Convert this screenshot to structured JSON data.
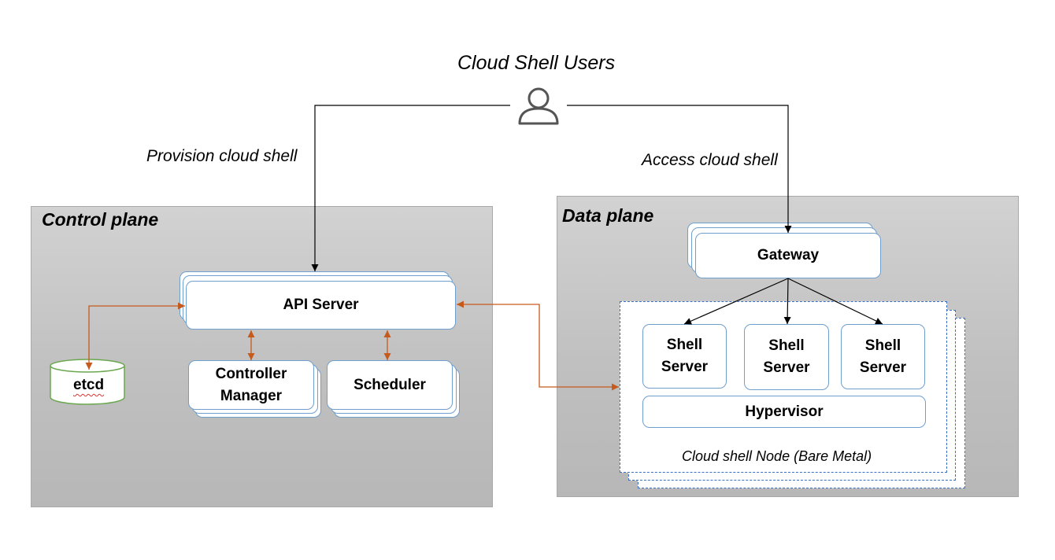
{
  "users": {
    "title": "Cloud Shell Users",
    "icon": "user-icon"
  },
  "edges": {
    "provision": "Provision cloud shell",
    "access": "Access cloud shell"
  },
  "control_plane": {
    "title": "Control plane",
    "api_server": "API Server",
    "controller_manager": [
      "Controller",
      "Manager"
    ],
    "scheduler": "Scheduler",
    "etcd": "etcd"
  },
  "data_plane": {
    "title": "Data plane",
    "gateway": "Gateway",
    "shell_servers": [
      [
        "Shell",
        "Server"
      ],
      [
        "Shell",
        "Server"
      ],
      [
        "Shell",
        "Server"
      ]
    ],
    "hypervisor": "Hypervisor",
    "node_label": "Cloud shell Node (Bare Metal)"
  },
  "colors": {
    "box_border": "#6f9fcf",
    "node_border": "#3a6fc4",
    "control_arrow": "#c55a1c",
    "etcd_border": "#6aa84f"
  }
}
